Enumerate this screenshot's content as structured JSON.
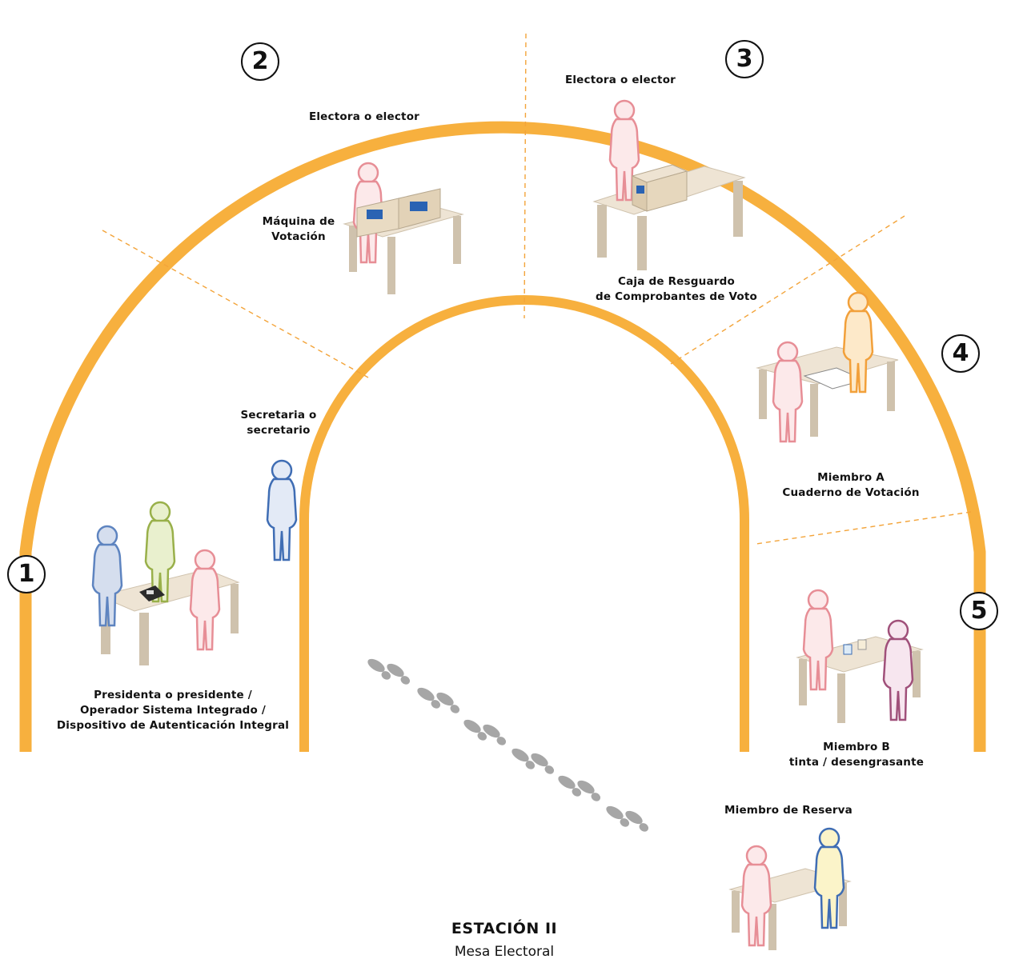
{
  "title": "ESTACIÓN II",
  "subtitle": "Mesa Electoral",
  "stations": [
    {
      "number": "1",
      "lines": [
        "Presidenta o presidente /",
        "Operador Sistema Integrado /",
        "Dispositivo de Autenticación Integral"
      ]
    },
    {
      "number": "2",
      "lines": [
        "Electora o elector"
      ],
      "extra": [
        "Máquina de",
        "Votación"
      ]
    },
    {
      "number": "3",
      "lines": [
        "Electora o elector"
      ],
      "extra": [
        "Caja de Resguardo",
        "de Comprobantes de Voto"
      ]
    },
    {
      "number": "4",
      "lines": [
        "Miembro A",
        "Cuaderno de Votación"
      ]
    },
    {
      "number": "5",
      "lines": [
        "Miembro B",
        "tinta / desengrasante"
      ]
    }
  ],
  "secretary": [
    "Secretaria o",
    "secretario"
  ],
  "reserve": [
    "Miembro de Reserva"
  ],
  "colors": {
    "arch": "#F7B03E",
    "divider": "#F3A43A",
    "table_top": "#EEE4D4",
    "table_leg": "#CFC2AD",
    "footprints": "#A6A6A6",
    "person_pink": "#F2B1B5",
    "person_blue": "#5E84C0",
    "person_green": "#99B04A",
    "person_orange": "#F2A03A",
    "person_purple": "#A0507A"
  },
  "icons": [
    "voting-machine-icon",
    "ballot-box-icon",
    "fingerprint-device-icon",
    "ink-cup-icon",
    "footprints-icon",
    "cne-logo-icon"
  ]
}
